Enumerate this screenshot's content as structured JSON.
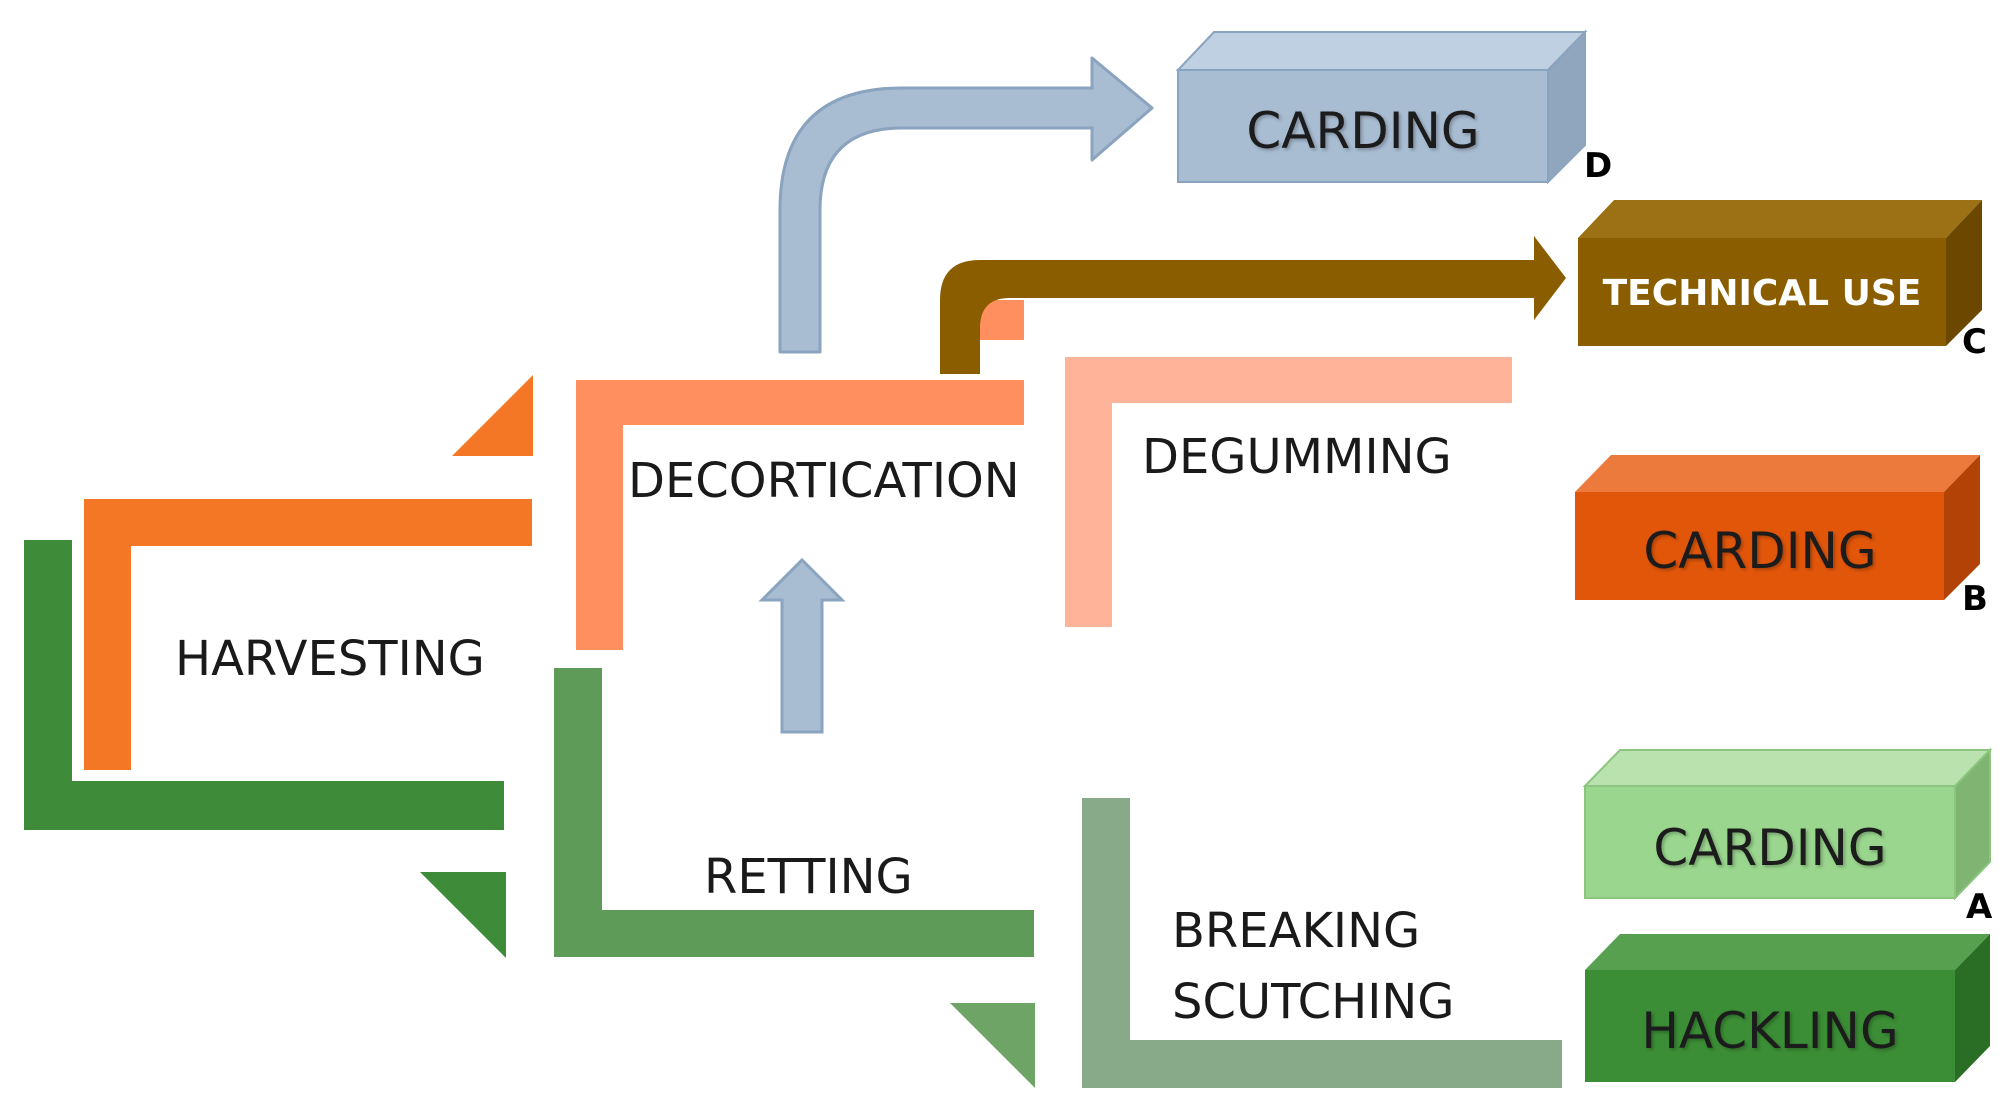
{
  "stages": {
    "harvesting": "HARVESTING",
    "decortication": "DECORTICATION",
    "degumming": "DEGUMMING",
    "retting": "RETTING",
    "breaking": "BREAKING",
    "scutching": "SCUTCHING"
  },
  "outputs": {
    "d": {
      "label": "CARDING",
      "tag": "D"
    },
    "c": {
      "label": "TECHNICAL USE",
      "tag": "C"
    },
    "b": {
      "label": "CARDING",
      "tag": "B"
    },
    "a": {
      "label": "CARDING",
      "tag": "A"
    },
    "a2": {
      "label": "HACKLING"
    }
  },
  "colors": {
    "orange": "#F47725",
    "salmon": "#FF8F5E",
    "peach": "#FFB49A",
    "dark_green": "#3E8B3A",
    "mid_green": "#5E9A58",
    "sage_green": "#88AA88",
    "blue_gray": "#A8BCD2",
    "brown": "#8A5E00",
    "red_orange": "#E2560A",
    "light_green": "#9AD68E",
    "hackling_green": "#3B8E35"
  }
}
